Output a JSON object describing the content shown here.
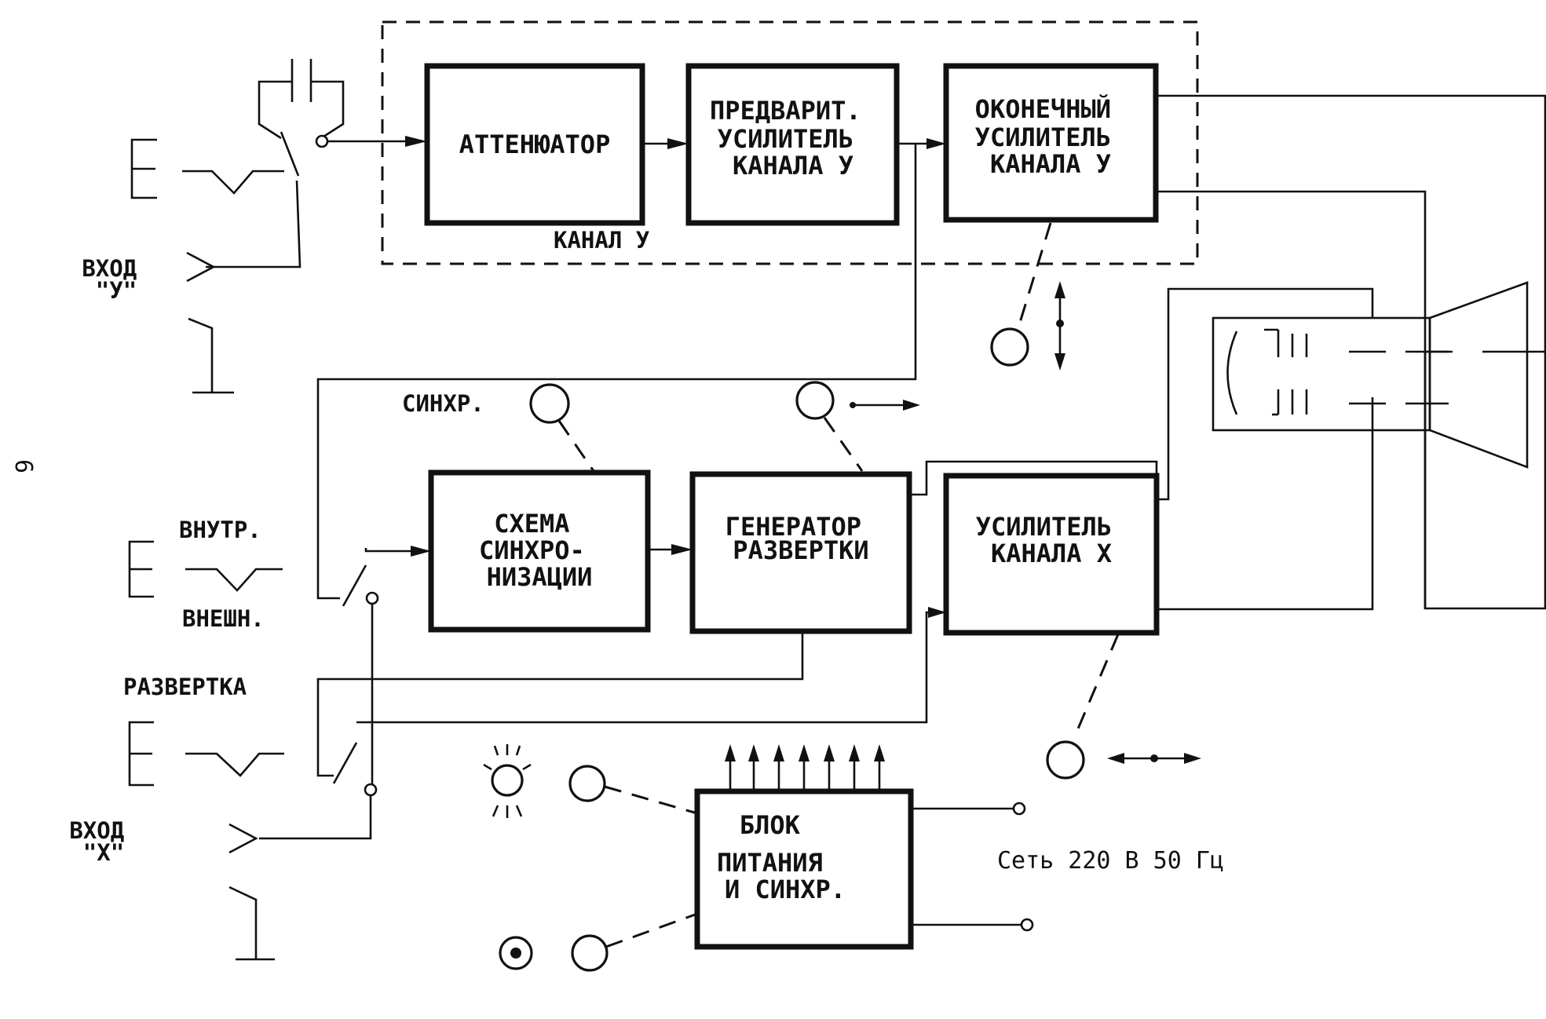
{
  "page_number": "6",
  "channel_y_label": "КАНАЛ У",
  "blocks": {
    "attenuator": [
      "АТТЕНЮАТОР"
    ],
    "preamp": [
      "ПРЕДВАРИТ.",
      "УСИЛИТЕЛЬ",
      "КАНАЛА  У"
    ],
    "final_amp": [
      "ОКОНЕЧНЫЙ",
      "УСИЛИТЕЛЬ",
      "КАНАЛА  У"
    ],
    "sync_circuit": [
      "СХЕМА",
      "СИНХРО-",
      "НИЗАЦИИ"
    ],
    "sweep_gen": [
      "ГЕНЕРАТОР",
      "РАЗВЕРТКИ"
    ],
    "x_amp": [
      "УСИЛИТЕЛЬ",
      "КАНАЛА  Х"
    ],
    "power": [
      "БЛОК",
      "ПИТАНИЯ",
      "И СИНХР."
    ]
  },
  "labels": {
    "input_y": [
      "ВХОД",
      "\"У\""
    ],
    "input_x": [
      "ВХОД",
      "\"Х\""
    ],
    "sync": "СИНХР.",
    "internal": "ВНУТР.",
    "external": "ВНЕШН.",
    "sweep": "РАЗВЕРТКА",
    "mains": "Сеть 220 В 50 Гц"
  },
  "icons": [
    "arrow-icon",
    "knob-icon",
    "crt-icon",
    "lamp-icon",
    "ground-icon",
    "switch-icon",
    "capacitor-icon",
    "connector-icon"
  ]
}
